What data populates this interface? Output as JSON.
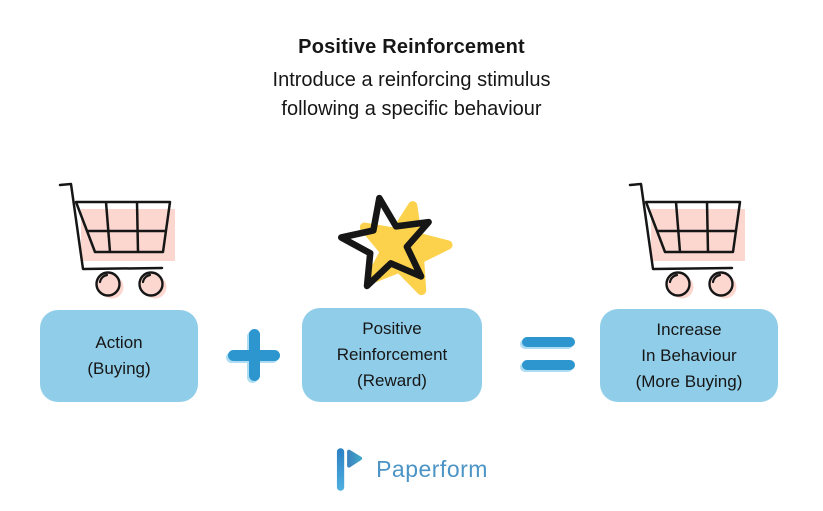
{
  "header": {
    "title": "Positive Reinforcement",
    "subtitle_line1": "Introduce a reinforcing stimulus",
    "subtitle_line2": "following a specific behaviour"
  },
  "equation": {
    "boxes": [
      {
        "id": "action",
        "lines": [
          "Action",
          "(Buying)"
        ]
      },
      {
        "id": "positive-reinforcement",
        "lines": [
          "Positive",
          "Reinforcement",
          "(Reward)"
        ]
      },
      {
        "id": "increase-in-behaviour",
        "lines": [
          "Increase",
          "In Behaviour",
          "(More Buying)"
        ]
      }
    ],
    "operators": [
      {
        "name": "plus-icon",
        "symbol": "+"
      },
      {
        "name": "equals-icon",
        "symbol": "="
      }
    ]
  },
  "icons": {
    "left": "shopping-cart-icon",
    "middle": "star-icon",
    "right": "shopping-cart-icon",
    "footer": "paperform-logo-icon"
  },
  "footer": {
    "brand": "Paperform"
  },
  "colors": {
    "box_blue": "#90cde9",
    "operator_blue": "#2e96cf",
    "operator_shadow": "#aedcf2",
    "star_yellow": "#fcd24c",
    "cart_pink": "#fbd7d0",
    "ink": "#161616",
    "logo_text": "#4b94c5",
    "logo_bar_top": "#2b80c4",
    "logo_bar_bottom": "#4fb0df",
    "logo_triangle_left": "#3d85c0",
    "logo_triangle_right": "#3fa6c8"
  }
}
